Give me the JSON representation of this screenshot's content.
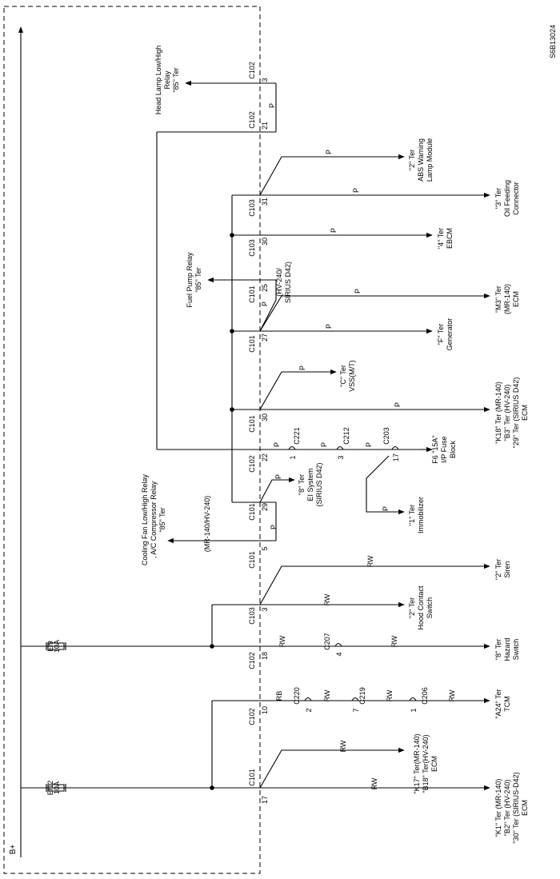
{
  "diagram_id": "S6B13024",
  "power_source": "B+",
  "fuses": {
    "ef12": {
      "name": "Ef12",
      "rating": "10A"
    },
    "ef9": {
      "name": "Ef9",
      "rating": "10A"
    }
  },
  "connectors": {
    "c101_17": {
      "name": "C101",
      "pin": "17"
    },
    "c102_10": {
      "name": "C102",
      "pin": "10"
    },
    "c102_18": {
      "name": "C102",
      "pin": "18"
    },
    "c103_3": {
      "name": "C103",
      "pin": "3"
    },
    "c101_5": {
      "name": "C101",
      "pin": "5"
    },
    "c101_29": {
      "name": "C101",
      "pin": "29"
    },
    "c102_22": {
      "name": "C102",
      "pin": "22"
    },
    "c101_30": {
      "name": "C101",
      "pin": "30"
    },
    "c101_27": {
      "name": "C101",
      "pin": "27"
    },
    "c101_25": {
      "name": "C101",
      "pin": "25"
    },
    "c103_30": {
      "name": "C103",
      "pin": "30"
    },
    "c103_31": {
      "name": "C103",
      "pin": "31"
    },
    "c102_21": {
      "name": "C102",
      "pin": "21"
    },
    "c102_3": {
      "name": "C102",
      "pin": "3"
    }
  },
  "inline_connectors": {
    "c220": {
      "name": "C220",
      "pin": "2"
    },
    "c219": {
      "name": "C219",
      "pin": "7"
    },
    "c206": {
      "name": "C206",
      "pin": "1"
    },
    "c207": {
      "name": "C207",
      "pin": "4"
    },
    "c221": {
      "name": "C221",
      "pin": "1"
    },
    "c212": {
      "name": "C212",
      "pin": "3"
    },
    "c203": {
      "name": "C203",
      "pin": "17"
    }
  },
  "wire_colors": {
    "rw": "RW",
    "rb": "RB",
    "p": "P"
  },
  "notes": {
    "mr140_hv240": "(MR-140/HV-240)",
    "hv240_sirius_1": "(HV-240/",
    "hv240_sirius_2": "SIRIUS D42)"
  },
  "destinations": {
    "ecm_k1": {
      "l1": "\"K1\" Ter (MR-140)",
      "l2": "\"B2\" Ter (HV-240)",
      "l3": "\"30\" Ter (SIRIUS-D42)",
      "l4": "ECM"
    },
    "ecm_k17": {
      "l1": "\"K17\" Ter(MR-140)",
      "l2": "\"B18\" Ter(HV-240)",
      "l3": "ECM"
    },
    "tcm": {
      "l1": "\"A24\" Ter",
      "l2": "TCM"
    },
    "hazard": {
      "l1": "\"8\" Ter",
      "l2": "Hazard",
      "l3": "Switch"
    },
    "hood": {
      "l1": "\"2\" Ter",
      "l2": "Hood Contact",
      "l3": "Switch"
    },
    "siren": {
      "l1": "\"2\" Ter",
      "l2": "Siren"
    },
    "cooling": {
      "l1": "Cooling Fan Low/High Relay",
      "l2": ", A/C Compressor Relay",
      "l3": "\"85\" Ter"
    },
    "immobilizer": {
      "l1": "\"1\" Ter",
      "l2": "Immobilizer"
    },
    "ei_system": {
      "l1": "\"8\" Ter",
      "l2": "EI System",
      "l3": "(SIRIUS D42)"
    },
    "fuse_block": {
      "l1": "F6 \"15A\"",
      "l2": "I/P Fuse",
      "l3": "Block"
    },
    "ecm_k18": {
      "l1": "\"K18\" Ter (MR-140)",
      "l2": "\"B3\" Ter (HV-240)",
      "l3": "\"29\" Ter (SIRIUS D42)",
      "l4": "ECM"
    },
    "vss": {
      "l1": "\"C\" Ter",
      "l2": "VSS(M/T)"
    },
    "generator": {
      "l1": "\"F\" Ter",
      "l2": "Generator"
    },
    "ecm_m3": {
      "l1": "\"M3\" Ter",
      "l2": "(MR-140)",
      "l3": "ECM"
    },
    "fuel_pump": {
      "l1": "Fuel Pump Relay",
      "l2": "\"85\" Ter"
    },
    "ebcm": {
      "l1": "\"4\" Ter",
      "l2": "EBCM"
    },
    "oil": {
      "l1": "\"3\" Ter",
      "l2": "Oil Feeding",
      "l3": "Connector"
    },
    "abs": {
      "l1": "\"2\" Ter",
      "l2": "ABS Warning",
      "l3": "Lamp Module"
    },
    "headlamp": {
      "l1": "Head Lamp Low/High",
      "l2": "Relay",
      "l3": "\"85\" Ter"
    }
  }
}
